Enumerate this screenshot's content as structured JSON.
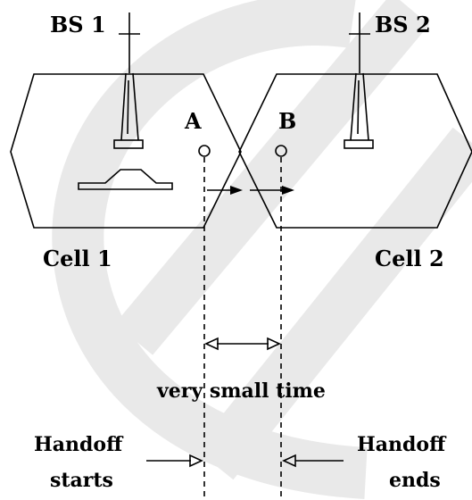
{
  "base_stations": [
    {
      "label": "BS 1"
    },
    {
      "label": "BS 2"
    }
  ],
  "cells": [
    {
      "label": "Cell 1"
    },
    {
      "label": "Cell 2"
    }
  ],
  "points": [
    {
      "label": "A"
    },
    {
      "label": "B"
    }
  ],
  "time_label": "very small time",
  "handoff_start": {
    "line1": "Handoff",
    "line2": "starts"
  },
  "handoff_end": {
    "line1": "Handoff",
    "line2": "ends"
  },
  "colors": {
    "ink": "#000000",
    "watermark": "#e9e9e9",
    "background": "#ffffff"
  }
}
